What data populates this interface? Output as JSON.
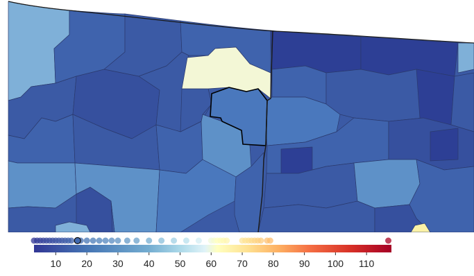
{
  "colors": {
    "background": "#ffffff",
    "border_line": "#1a1a1a",
    "county_stroke": "#2b3a6e",
    "highlight_county": "#f3f7d6",
    "highlight_small": "#fbf2a6",
    "selected_outline": "#000000"
  },
  "map": {
    "type": "choropleth",
    "selected_region": "outlined-county"
  },
  "legend": {
    "scale_min": 3,
    "scale_max": 118,
    "stops": [
      {
        "value": 3,
        "color": "#313695"
      },
      {
        "value": 20,
        "color": "#4575b4"
      },
      {
        "value": 40,
        "color": "#74add1"
      },
      {
        "value": 50,
        "color": "#abd9e9"
      },
      {
        "value": 58,
        "color": "#e0f3f8"
      },
      {
        "value": 62,
        "color": "#ffffbf"
      },
      {
        "value": 72,
        "color": "#fee090"
      },
      {
        "value": 82,
        "color": "#fdae61"
      },
      {
        "value": 92,
        "color": "#f46d43"
      },
      {
        "value": 105,
        "color": "#d73027"
      },
      {
        "value": 118,
        "color": "#a50026"
      }
    ],
    "ticks": [
      "10",
      "20",
      "30",
      "40",
      "50",
      "60",
      "70",
      "80",
      "90",
      "100",
      "110"
    ],
    "tick_values": [
      10,
      20,
      30,
      40,
      50,
      60,
      70,
      80,
      90,
      100,
      110
    ],
    "points": [
      3,
      4,
      5,
      6,
      7,
      8,
      9,
      10,
      11,
      12,
      13,
      14,
      15,
      17,
      18,
      20,
      22,
      24,
      26,
      28,
      30,
      33,
      36,
      40,
      44,
      48,
      52,
      56,
      60,
      61,
      62,
      63,
      64,
      65,
      70,
      71,
      72,
      73,
      74,
      75,
      76,
      78,
      79,
      117
    ],
    "selected_value": 17
  }
}
